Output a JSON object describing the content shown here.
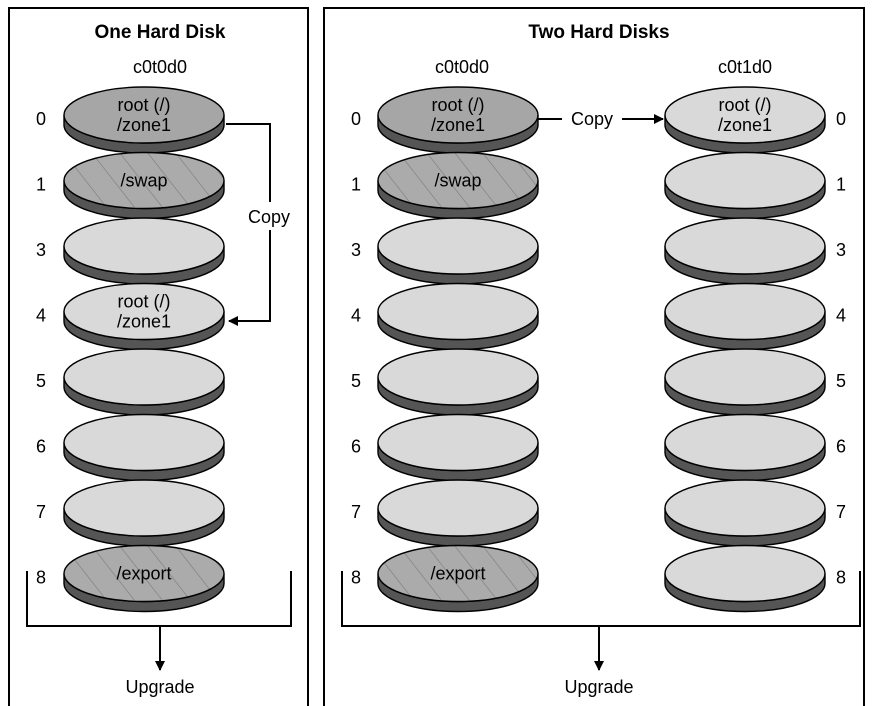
{
  "left_panel": {
    "title": "One Hard Disk",
    "disk_name": "c0t0d0",
    "copy_label": "Copy",
    "upgrade_label": "Upgrade",
    "slices": [
      {
        "num": "0",
        "lines": [
          "root (/)",
          "/zone1"
        ],
        "style": "dark"
      },
      {
        "num": "1",
        "lines": [
          "/swap"
        ],
        "style": "hatched"
      },
      {
        "num": "3",
        "lines": [],
        "style": "light"
      },
      {
        "num": "4",
        "lines": [
          "root (/)",
          "/zone1"
        ],
        "style": "light"
      },
      {
        "num": "5",
        "lines": [],
        "style": "light"
      },
      {
        "num": "6",
        "lines": [],
        "style": "light"
      },
      {
        "num": "7",
        "lines": [],
        "style": "light"
      },
      {
        "num": "8",
        "lines": [
          "/export"
        ],
        "style": "hatched"
      }
    ]
  },
  "right_panel": {
    "title": "Two Hard Disks",
    "copy_label": "Copy",
    "upgrade_label": "Upgrade",
    "disk_a": {
      "name": "c0t0d0",
      "slices": [
        {
          "num": "0",
          "lines": [
            "root (/)",
            "/zone1"
          ],
          "style": "dark"
        },
        {
          "num": "1",
          "lines": [
            "/swap"
          ],
          "style": "hatched"
        },
        {
          "num": "3",
          "lines": [],
          "style": "light"
        },
        {
          "num": "4",
          "lines": [],
          "style": "light"
        },
        {
          "num": "5",
          "lines": [],
          "style": "light"
        },
        {
          "num": "6",
          "lines": [],
          "style": "light"
        },
        {
          "num": "7",
          "lines": [],
          "style": "light"
        },
        {
          "num": "8",
          "lines": [
            "/export"
          ],
          "style": "hatched"
        }
      ]
    },
    "disk_b": {
      "name": "c0t1d0",
      "slices": [
        {
          "num": "0",
          "lines": [
            "root (/)",
            "/zone1"
          ],
          "style": "light"
        },
        {
          "num": "1",
          "lines": [],
          "style": "light"
        },
        {
          "num": "3",
          "lines": [],
          "style": "light"
        },
        {
          "num": "4",
          "lines": [],
          "style": "light"
        },
        {
          "num": "5",
          "lines": [],
          "style": "light"
        },
        {
          "num": "6",
          "lines": [],
          "style": "light"
        },
        {
          "num": "7",
          "lines": [],
          "style": "light"
        },
        {
          "num": "8",
          "lines": [],
          "style": "light"
        }
      ]
    }
  },
  "colors": {
    "light_fill": "#d9d9d9",
    "dark_fill": "#a6a6a6",
    "hatch_fill": "#ababab",
    "outline": "#000000"
  }
}
